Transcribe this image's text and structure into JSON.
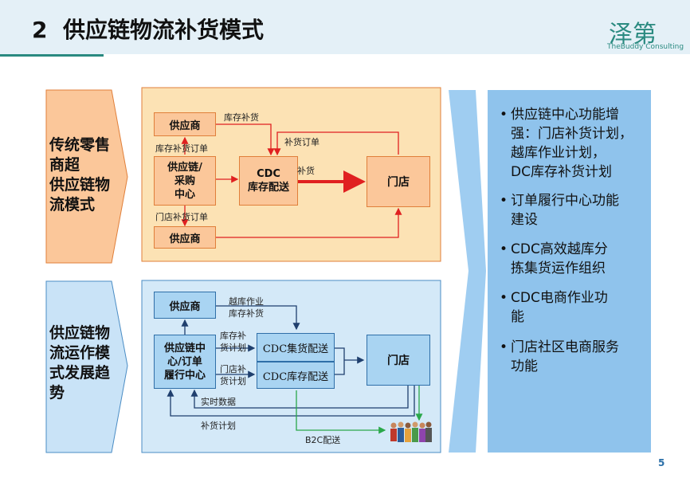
{
  "header": {
    "title": "2  供应链物流补货模式",
    "logo_cn": "泽第",
    "logo_en": "TheBuddy Consulting"
  },
  "page_number": "5",
  "panel_top": {
    "left_label": [
      "传统零售",
      "商超",
      "供应链物",
      "流模式"
    ],
    "boxes": {
      "supplier1": "供应商",
      "center": [
        "供应链/",
        "采购",
        "中心"
      ],
      "supplier2": "供应商",
      "cdc": [
        "CDC",
        "库存配送"
      ],
      "store": "门店"
    },
    "labels": {
      "stock_replenish": "库存补货",
      "stock_order": "库存补货订单",
      "replenish_order": "补货订单",
      "replenish": "补货",
      "store_order": "门店补货订单"
    }
  },
  "panel_bottom": {
    "left_label": [
      "供应链物",
      "流运作模",
      "式发展趋",
      "势"
    ],
    "boxes": {
      "supplier": "供应商",
      "center": [
        "供应链中",
        "心/订单",
        "履行中心"
      ],
      "cdc_collect": "CDC集货配送",
      "cdc_stock": "CDC库存配送",
      "store": "门店"
    },
    "labels": {
      "crossdock": "越库作业",
      "stock_replenish": "库存补货",
      "plan1": [
        "库存补",
        "货计划"
      ],
      "plan2": [
        "门店补",
        "货计划"
      ],
      "realtime": "实时数据",
      "replenish_plan": "补货计划",
      "b2c": "B2C配送"
    }
  },
  "right_points": [
    [
      "供应链中心功能增",
      "强：门店补货计划，",
      "越库作业计划，",
      "DC库存补货计划"
    ],
    [
      "订单履行中心功能",
      "建设"
    ],
    [
      "CDC高效越库分",
      "拣集货运作组织"
    ],
    [
      "CDC电商作业功",
      "能"
    ],
    [
      "门店社区电商服务",
      "功能"
    ]
  ],
  "colors": {
    "title_bar": "#e4f0f7",
    "accent_teal": "#2a8a80",
    "orange_panel": "#fce2b4",
    "blue_panel": "#d4e9f8",
    "right_panel": "#8fc3ec",
    "arrow_red": "#e02020",
    "arrow_green": "#2aa84a"
  }
}
